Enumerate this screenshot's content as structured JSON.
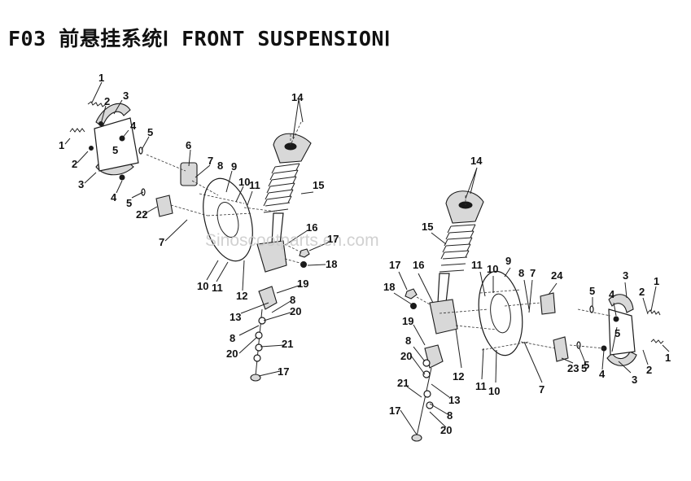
{
  "title": "F03 前悬挂系统Ⅰ FRONT SUSPENSIONⅠ",
  "watermark": "Sinoscootparts.en.com",
  "labels": [
    {
      "id": "L1",
      "text": "1"
    },
    {
      "id": "L2",
      "text": "1"
    },
    {
      "id": "L3",
      "text": "2"
    },
    {
      "id": "L4",
      "text": "2"
    },
    {
      "id": "L5",
      "text": "3"
    },
    {
      "id": "L6",
      "text": "3"
    },
    {
      "id": "L7",
      "text": "4"
    },
    {
      "id": "L8",
      "text": "4"
    },
    {
      "id": "L9",
      "text": "5"
    },
    {
      "id": "L10",
      "text": "5"
    },
    {
      "id": "L11",
      "text": "5"
    },
    {
      "id": "L12",
      "text": "6"
    },
    {
      "id": "L13",
      "text": "7"
    },
    {
      "id": "L14",
      "text": "7"
    },
    {
      "id": "L15",
      "text": "8"
    },
    {
      "id": "L16",
      "text": "9"
    },
    {
      "id": "L17",
      "text": "10"
    },
    {
      "id": "L18",
      "text": "11"
    },
    {
      "id": "L19",
      "text": "10"
    },
    {
      "id": "L20",
      "text": "11"
    },
    {
      "id": "L21",
      "text": "12"
    },
    {
      "id": "L22",
      "text": "22"
    },
    {
      "id": "L23",
      "text": "14"
    },
    {
      "id": "L24",
      "text": "15"
    },
    {
      "id": "L25",
      "text": "16"
    },
    {
      "id": "L26",
      "text": "17"
    },
    {
      "id": "L27",
      "text": "18"
    },
    {
      "id": "L28",
      "text": "19"
    },
    {
      "id": "L29",
      "text": "13"
    },
    {
      "id": "L30",
      "text": "8"
    },
    {
      "id": "L31",
      "text": "20"
    },
    {
      "id": "L32",
      "text": "8"
    },
    {
      "id": "L33",
      "text": "20"
    },
    {
      "id": "L34",
      "text": "21"
    },
    {
      "id": "L35",
      "text": "17"
    },
    {
      "id": "R1",
      "text": "14"
    },
    {
      "id": "R2",
      "text": "15"
    },
    {
      "id": "R3",
      "text": "17"
    },
    {
      "id": "R4",
      "text": "16"
    },
    {
      "id": "R5",
      "text": "18"
    },
    {
      "id": "R6",
      "text": "11"
    },
    {
      "id": "R7",
      "text": "10"
    },
    {
      "id": "R8",
      "text": "9"
    },
    {
      "id": "R9",
      "text": "8"
    },
    {
      "id": "R10",
      "text": "7"
    },
    {
      "id": "R11",
      "text": "24"
    },
    {
      "id": "R12",
      "text": "3"
    },
    {
      "id": "R13",
      "text": "5"
    },
    {
      "id": "R14",
      "text": "4"
    },
    {
      "id": "R15",
      "text": "2"
    },
    {
      "id": "R16",
      "text": "1"
    },
    {
      "id": "R17",
      "text": "5"
    },
    {
      "id": "R18",
      "text": "5"
    },
    {
      "id": "R19",
      "text": "1"
    },
    {
      "id": "R20",
      "text": "19"
    },
    {
      "id": "R21",
      "text": "8"
    },
    {
      "id": "R22",
      "text": "20"
    },
    {
      "id": "R23",
      "text": "12"
    },
    {
      "id": "R24",
      "text": "11"
    },
    {
      "id": "R25",
      "text": "10"
    },
    {
      "id": "R26",
      "text": "7"
    },
    {
      "id": "R27",
      "text": "23"
    },
    {
      "id": "R28",
      "text": "5"
    },
    {
      "id": "R29",
      "text": "4"
    },
    {
      "id": "R30",
      "text": "3"
    },
    {
      "id": "R31",
      "text": "2"
    },
    {
      "id": "R32",
      "text": "21"
    },
    {
      "id": "R33",
      "text": "13"
    },
    {
      "id": "R34",
      "text": "17"
    },
    {
      "id": "R35",
      "text": "8"
    },
    {
      "id": "R36",
      "text": "20"
    }
  ]
}
